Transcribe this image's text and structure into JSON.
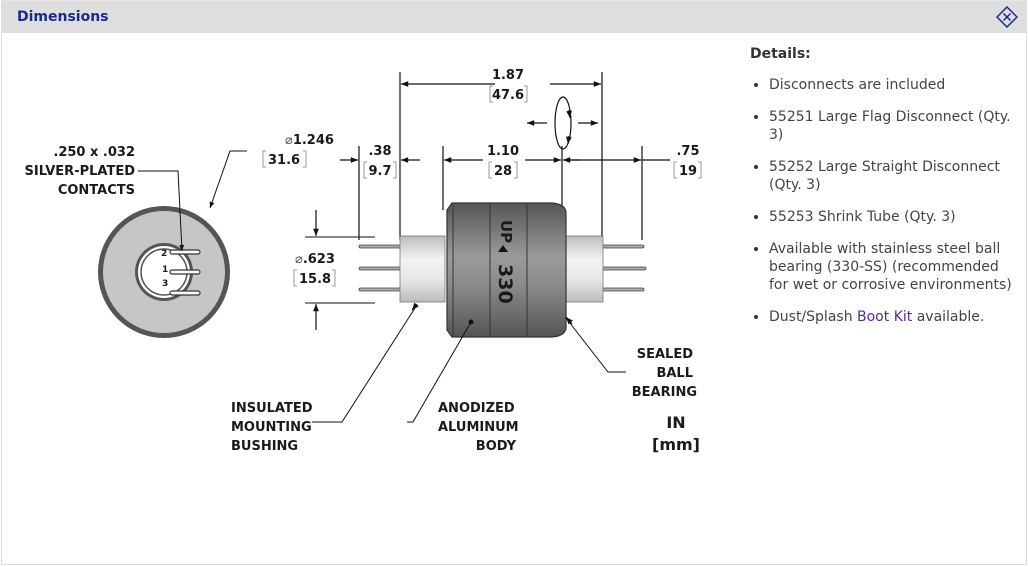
{
  "header": {
    "title": "Dimensions",
    "toggle_icon": "collapse-diamond-x-icon"
  },
  "colors": {
    "header_bg": "#dedede",
    "title_color": "#1a2a8c",
    "link_color": "#5b2a86"
  },
  "drawing": {
    "contacts_label": [
      ".250 x .032",
      "SILVER-PLATED",
      "CONTACTS"
    ],
    "outer_diameter": {
      "symbol": "⌀",
      "in": "1.246",
      "mm": "31.6"
    },
    "overall_length": {
      "in": "1.87",
      "mm": "47.6"
    },
    "left_lead_length": {
      "in": ".38",
      "mm": "9.7"
    },
    "body_length": {
      "in": "1.10",
      "mm": "28"
    },
    "right_lead_length": {
      "in": ".75",
      "mm": "19"
    },
    "bushing_diameter": {
      "symbol": "⌀",
      "in": ".623",
      "mm": "15.8"
    },
    "contact_numbers": [
      "2",
      "1",
      "3"
    ],
    "body_marking": {
      "arrow_text": "UP",
      "model": "330"
    },
    "callouts": {
      "bushing": [
        "INSULATED",
        "MOUNTING",
        "BUSHING"
      ],
      "body": [
        "ANODIZED",
        "ALUMINUM",
        "BODY"
      ],
      "bearing": [
        "SEALED",
        "BALL",
        "BEARING"
      ]
    },
    "units": [
      "IN",
      "[mm]"
    ]
  },
  "details": {
    "title": "Details:",
    "items": [
      {
        "text": "Disconnects are included"
      },
      {
        "text": "55251 Large Flag Disconnect (Qty. 3)"
      },
      {
        "text": "55252 Large Straight Disconnect (Qty. 3)"
      },
      {
        "text": "55253 Shrink Tube (Qty. 3)"
      },
      {
        "text": "Available with stainless steel ball bearing (330-SS) (recommended for wet or corrosive environments)"
      },
      {
        "prefix": "Dust/Splash ",
        "link": "Boot Kit",
        "suffix": " available."
      }
    ]
  }
}
